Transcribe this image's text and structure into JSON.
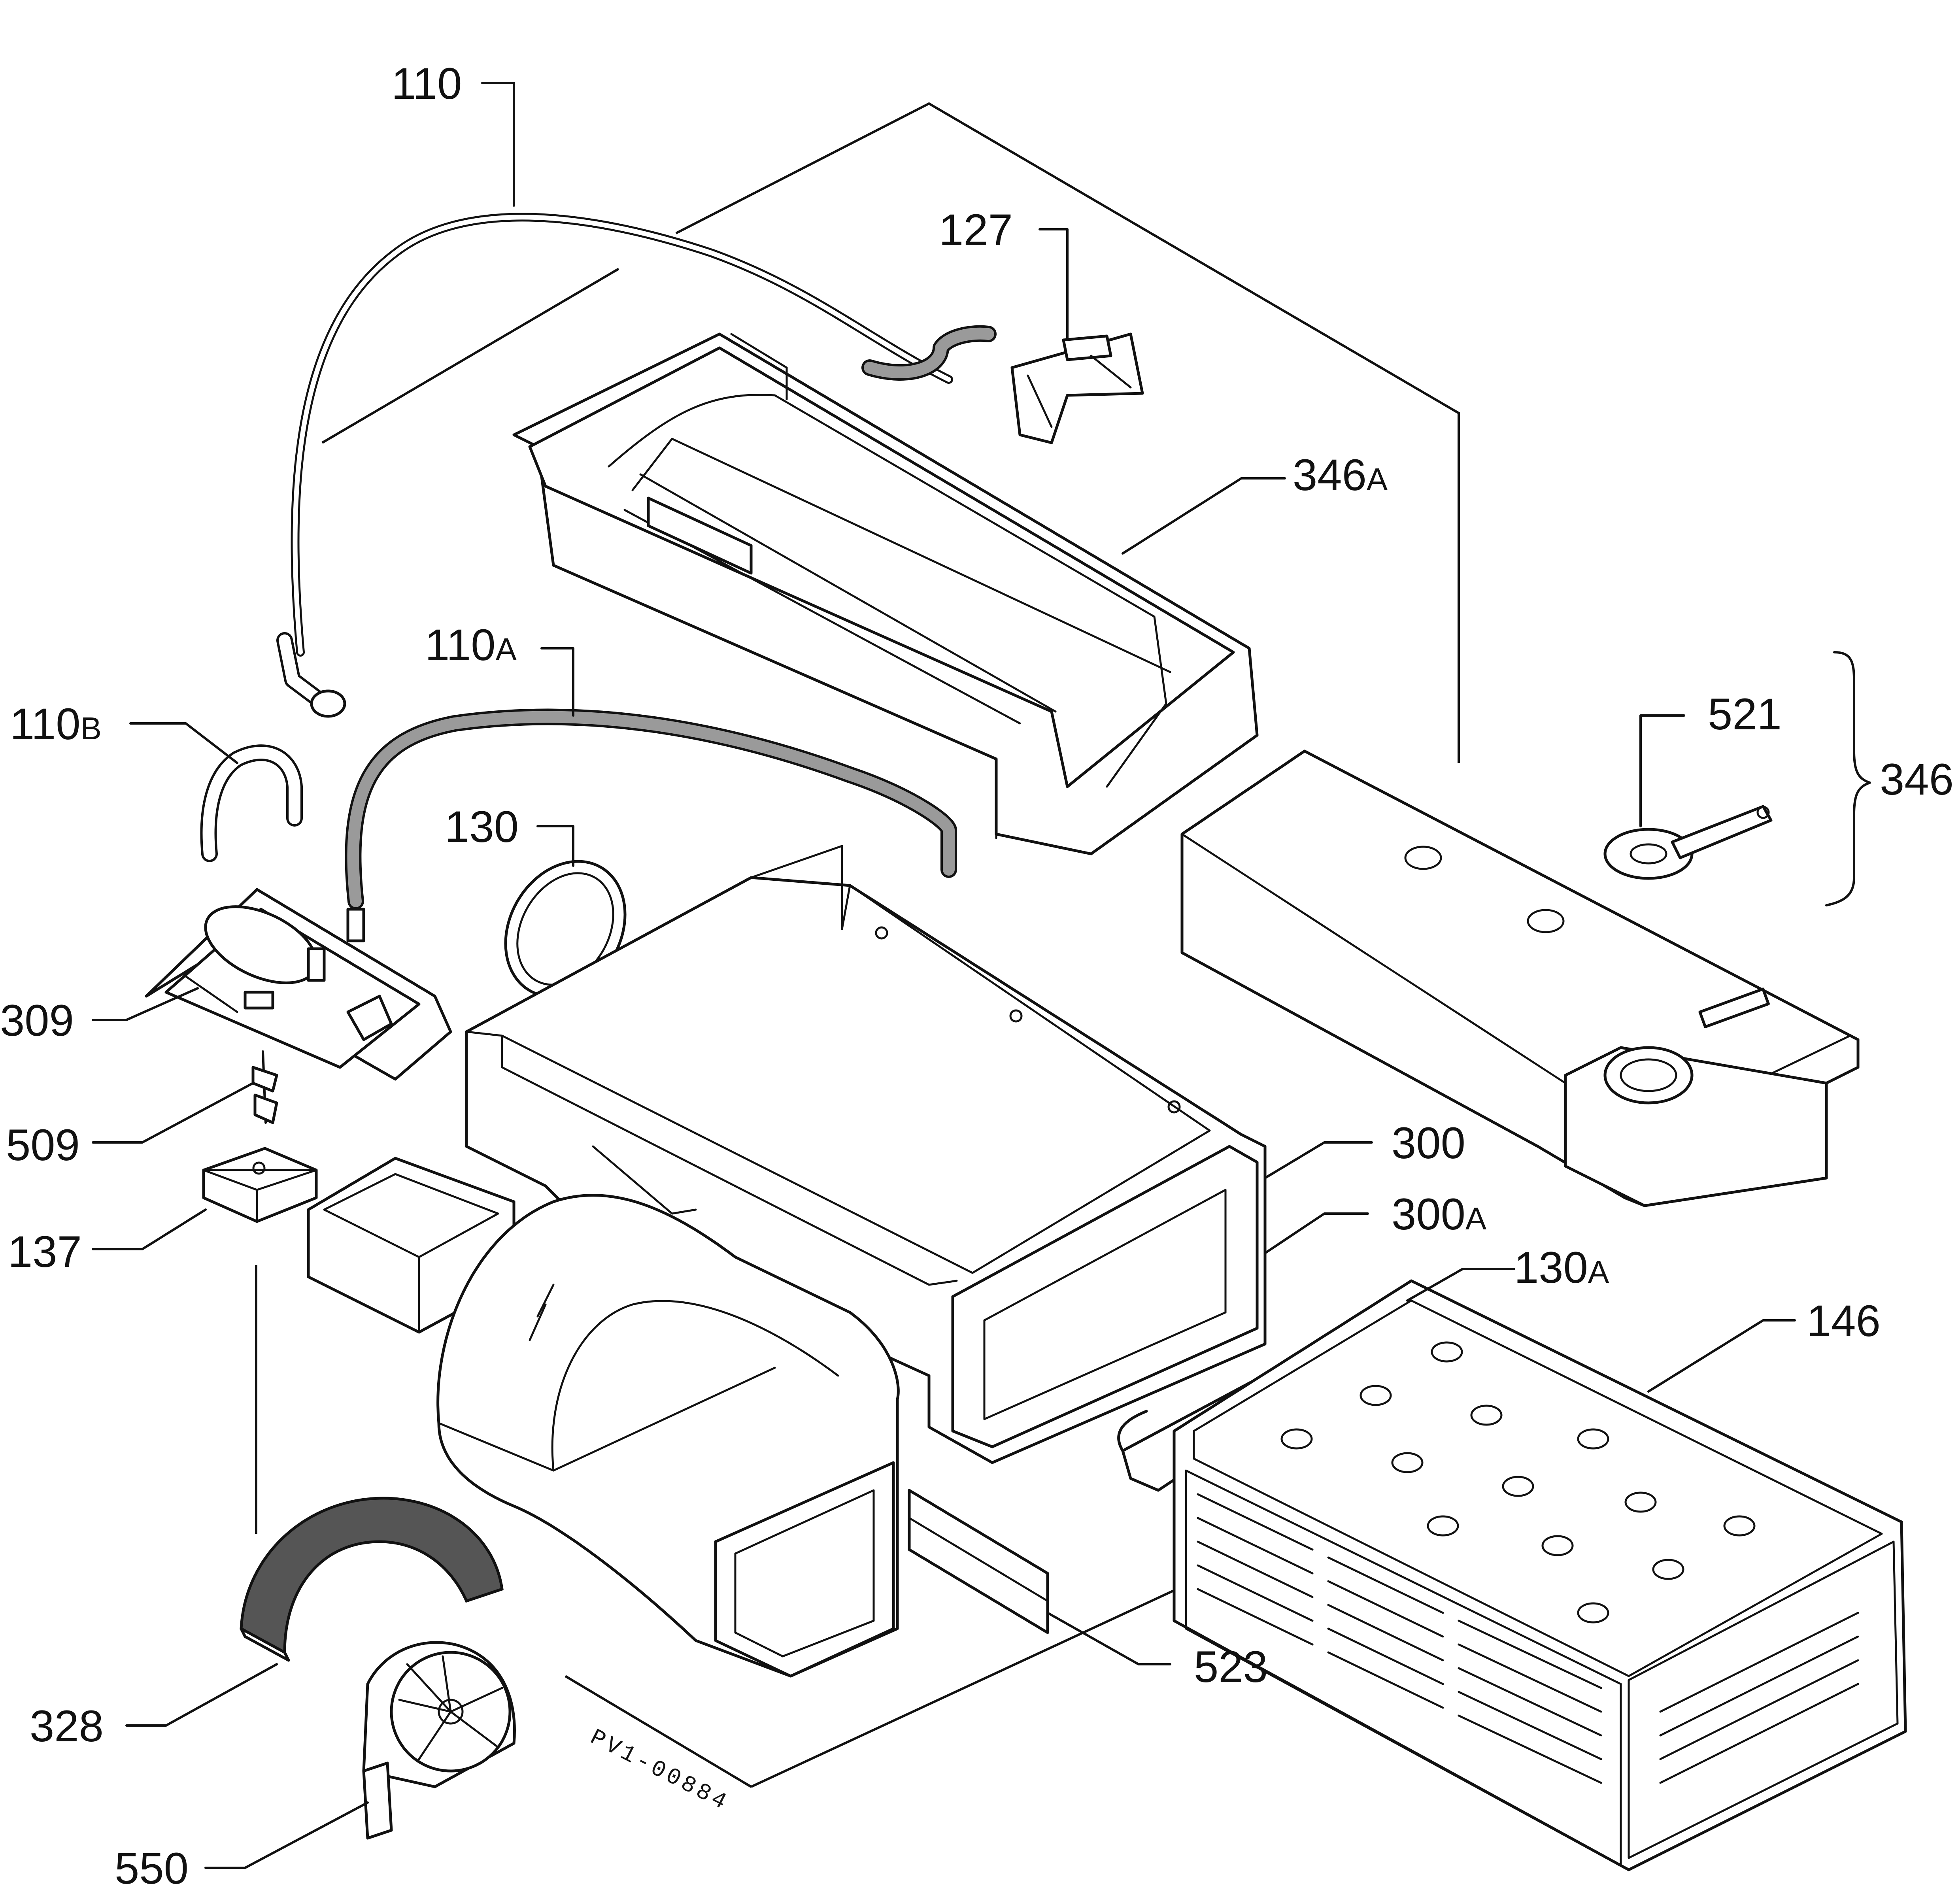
{
  "drawing_code": "PV1-00884",
  "callouts": {
    "c110": "110",
    "c127": "127",
    "c346A_num": "346",
    "c346A_suffix": "A",
    "c110A_num": "110",
    "c110A_suffix": "A",
    "c110B_num": "110",
    "c110B_suffix": "B",
    "c521": "521",
    "c346": "346",
    "c130": "130",
    "c309": "309",
    "c509": "509",
    "c300": "300",
    "c300A_num": "300",
    "c300A_suffix": "A",
    "c137": "137",
    "c130A_num": "130",
    "c130A_suffix": "A",
    "c146": "146",
    "c523": "523",
    "c328": "328",
    "c550": "550"
  }
}
